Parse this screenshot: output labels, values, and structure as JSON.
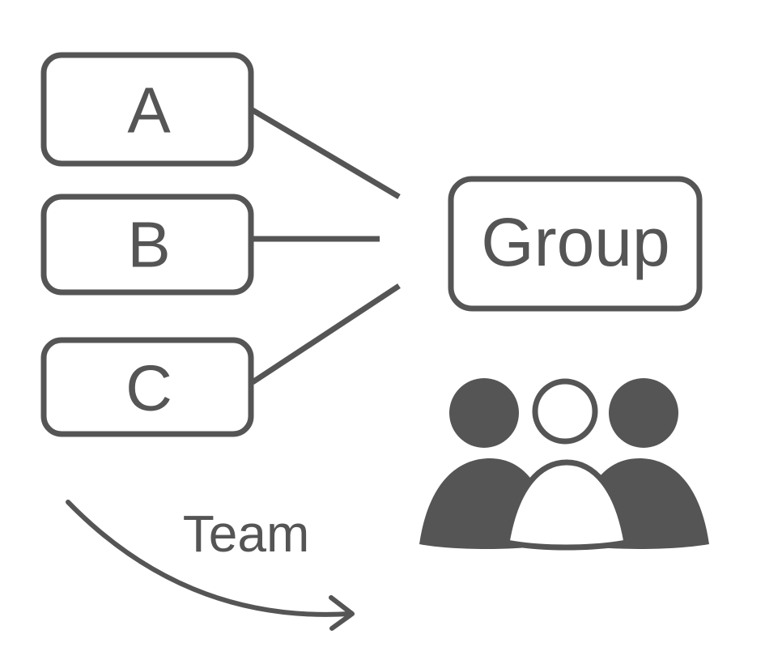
{
  "diagram": {
    "items": [
      {
        "label": "A"
      },
      {
        "label": "B"
      },
      {
        "label": "C"
      }
    ],
    "group": {
      "label": "Group"
    },
    "team": {
      "label": "Team"
    },
    "icon": "team-people-icon"
  },
  "colors": {
    "stroke": "#555555",
    "background": "#ffffff"
  }
}
